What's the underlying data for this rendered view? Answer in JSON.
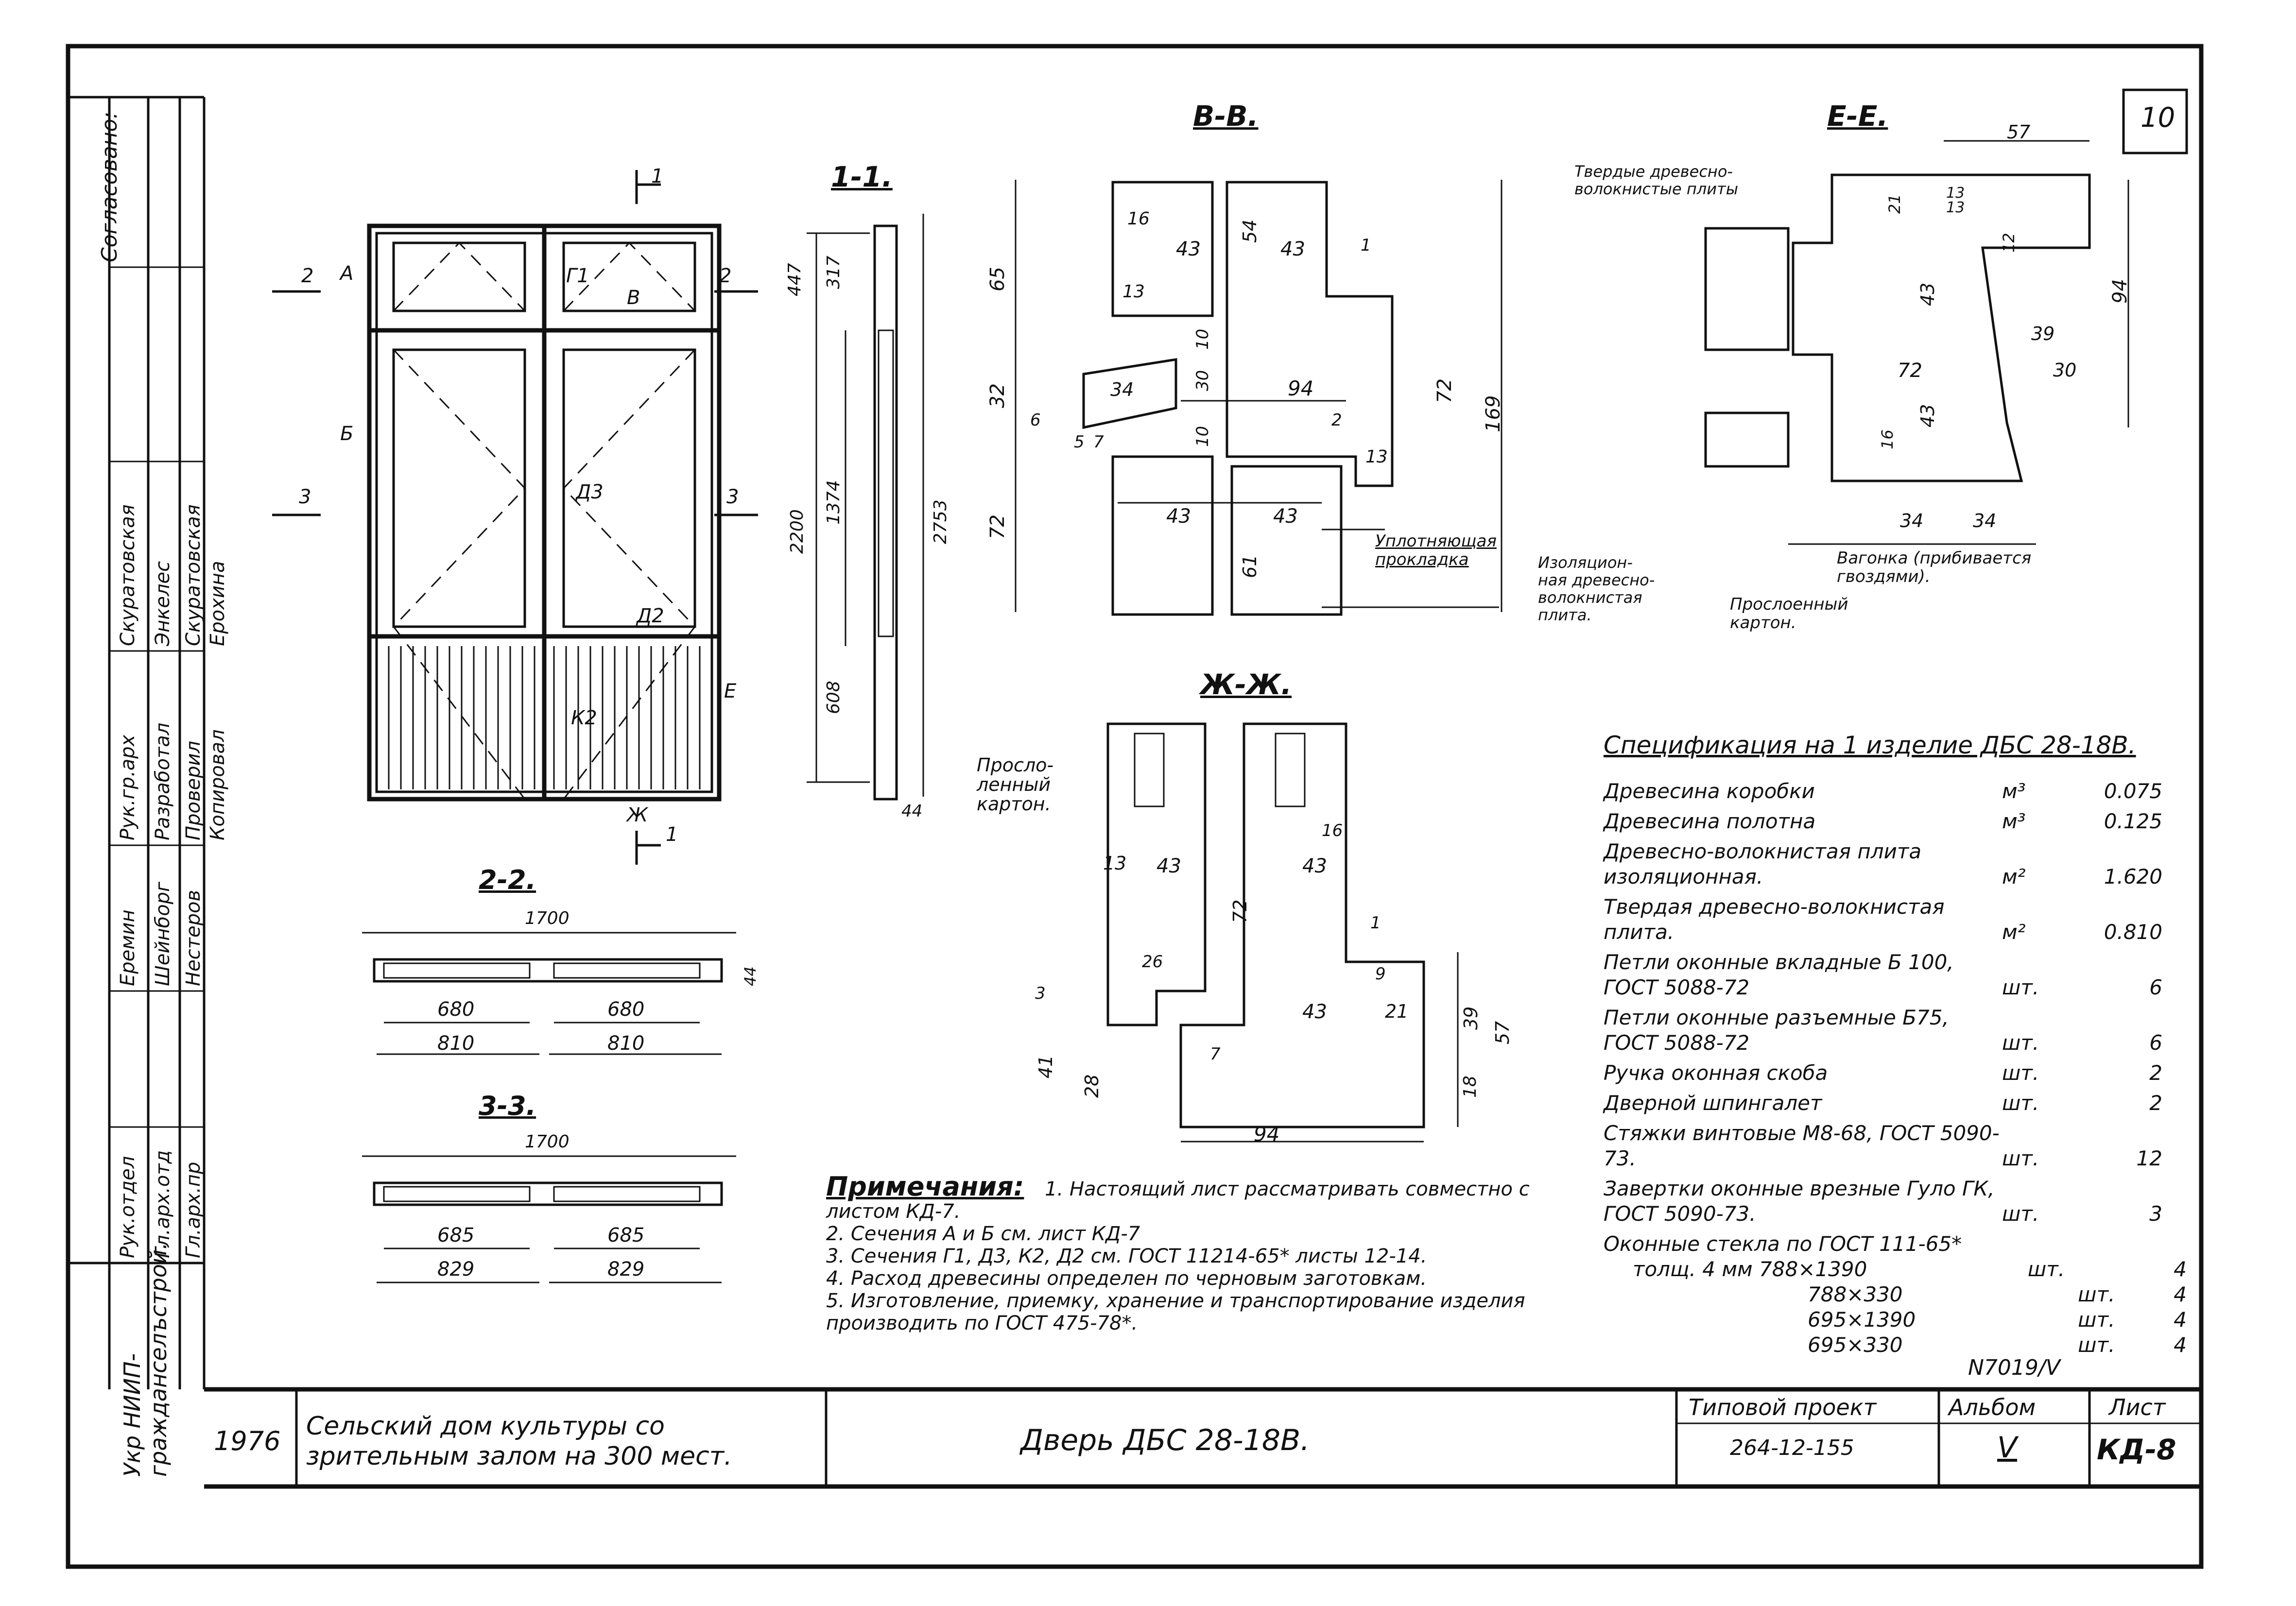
{
  "sheet_number": "10",
  "sidebar": {
    "agreed": "Согласовано:",
    "org": "Укр НИИП-\nгражданселъстрой.",
    "roles": [
      "Рук.отдел",
      "Гл.арх.отд",
      "Гл.арх.пр",
      "Рук.гр.арх",
      "Разработал",
      "Проверил",
      "Копировал"
    ],
    "names": [
      "Еремин",
      "Шейнборг",
      "Нестеров",
      "Скуратовская",
      "Энкелес",
      "Скуратовская",
      "Ерохина"
    ]
  },
  "views": {
    "elevation": {
      "labels": [
        "А",
        "Г1",
        "В",
        "Б",
        "Д3",
        "Д2",
        "К2",
        "Е",
        "Ж"
      ],
      "cut_marks": [
        "1",
        "1",
        "2",
        "2",
        "3",
        "3"
      ]
    },
    "section_1_1": {
      "title": "1-1.",
      "dims": [
        "447",
        "317",
        "1374",
        "2200",
        "2753",
        "608",
        "44"
      ]
    },
    "section_2_2": {
      "title": "2-2.",
      "dims": [
        "1700",
        "680",
        "680",
        "810",
        "810",
        "44"
      ]
    },
    "section_3_3": {
      "title": "3-3.",
      "dims": [
        "1700",
        "685",
        "685",
        "829",
        "829"
      ]
    },
    "section_v_v": {
      "title": "В-В.",
      "dims": [
        "16",
        "43",
        "54",
        "43",
        "65",
        "13",
        "32",
        "94",
        "72",
        "169",
        "72",
        "43",
        "43",
        "61",
        "13",
        "34",
        "30",
        "10",
        "10",
        "6",
        "5",
        "7",
        "2",
        "1"
      ],
      "callout": "Уплотняющая\nпрокладка"
    },
    "section_e_e": {
      "title": "Е-Е.",
      "dims": [
        "57",
        "94",
        "43",
        "39",
        "30",
        "72",
        "43",
        "34",
        "34",
        "16",
        "12",
        "21",
        "13",
        "13"
      ],
      "callouts": [
        "Твердые древесно-\nволокнистые плиты",
        "Изоляцион-\nная древесно-\nволокнистая\nплита.",
        "Прослоенный\nкартон.",
        "Вагонка (прибивается\nгвоздями)."
      ]
    },
    "section_zh_zh": {
      "title": "Ж-Ж.",
      "dims": [
        "13",
        "43",
        "72",
        "43",
        "16",
        "9",
        "43",
        "21",
        "39",
        "57",
        "18",
        "41",
        "28",
        "94",
        "7",
        "26",
        "3",
        "1"
      ],
      "callout": "Просло-\nленный\nкартон."
    }
  },
  "specification": {
    "title": "Спецификация на 1 изделие ДБС 28-18В.",
    "rows": [
      {
        "name": "Древесина коробки",
        "unit": "м³",
        "qty": "0.075"
      },
      {
        "name": "Древесина полотна",
        "unit": "м³",
        "qty": "0.125"
      },
      {
        "name": "Древесно-волокнистая плита изоляционная.",
        "unit": "м²",
        "qty": "1.620"
      },
      {
        "name": "Твердая древесно-волокнистая плита.",
        "unit": "м²",
        "qty": "0.810"
      },
      {
        "name": "Петли оконные вкладные Б 100, ГОСТ 5088-72",
        "unit": "шт.",
        "qty": "6"
      },
      {
        "name": "Петли оконные разъемные Б75, ГОСТ 5088-72",
        "unit": "шт.",
        "qty": "6"
      },
      {
        "name": "Ручка оконная скоба",
        "unit": "шт.",
        "qty": "2"
      },
      {
        "name": "Дверной шпингалет",
        "unit": "шт.",
        "qty": "2"
      },
      {
        "name": "Стяжки винтовые М8-68, ГОСТ 5090-73.",
        "unit": "шт.",
        "qty": "12"
      },
      {
        "name": "Завертки оконные врезные Гуло ГК, ГОСТ 5090-73.",
        "unit": "шт.",
        "qty": "3"
      },
      {
        "name": "Оконные стекла по ГОСТ 111-65*",
        "unit": "",
        "qty": ""
      },
      {
        "name": "толщ. 4 мм   788×1390",
        "unit": "шт.",
        "qty": "4"
      },
      {
        "name": "788×330",
        "unit": "шт.",
        "qty": "4"
      },
      {
        "name": "695×1390",
        "unit": "шт.",
        "qty": "4"
      },
      {
        "name": "695×330",
        "unit": "шт.",
        "qty": "4"
      }
    ]
  },
  "notes": {
    "title": "Примечания:",
    "items": [
      "1. Настоящий лист рассматривать совместно с листом КД-7.",
      "2. Сечения А и Б см. лист КД-7",
      "3. Сечения Г1, Д3, К2, Д2 см. ГОСТ 11214-65* листы 12-14.",
      "4. Расход древесины определен по черновым заготовкам.",
      "5. Изготовление, приемку, хранение и транспортирование изделия производить по ГОСТ 475-78*."
    ]
  },
  "title_block": {
    "year": "1976",
    "project_name": "Сельский дом культуры со зрительным залом на 300 мест.",
    "element_name": "Дверь ДБС 28-18В.",
    "typical_label": "Типовой проект",
    "typical_number": "264-12-155",
    "album_label": "Альбом",
    "album_value": "V",
    "sheet_label": "Лист",
    "sheet_value": "КД-8",
    "archive_no": "N7019/V"
  }
}
